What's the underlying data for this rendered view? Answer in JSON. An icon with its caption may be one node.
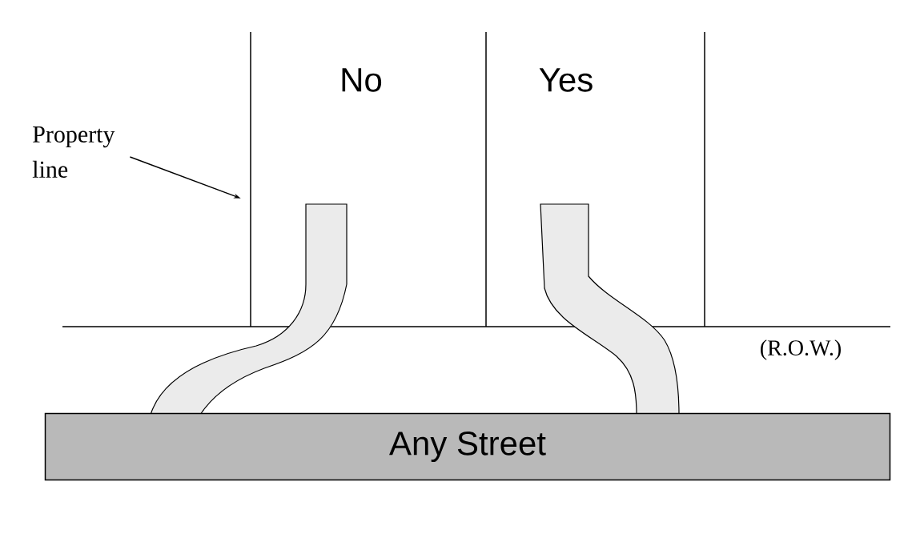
{
  "diagram": {
    "nodes": [
      {
        "text": [
          "Property line"
        ]
      },
      {
        "text": [
          "Any Street"
        ]
      },
      {
        "text": [],
        "shape": "line"
      }
    ],
    "edges": [
      {
        "from": 0,
        "to": 2,
        "arrow": "to"
      }
    ],
    "labels": [
      "No",
      "Yes",
      "(R.O.W.)"
    ]
  }
}
